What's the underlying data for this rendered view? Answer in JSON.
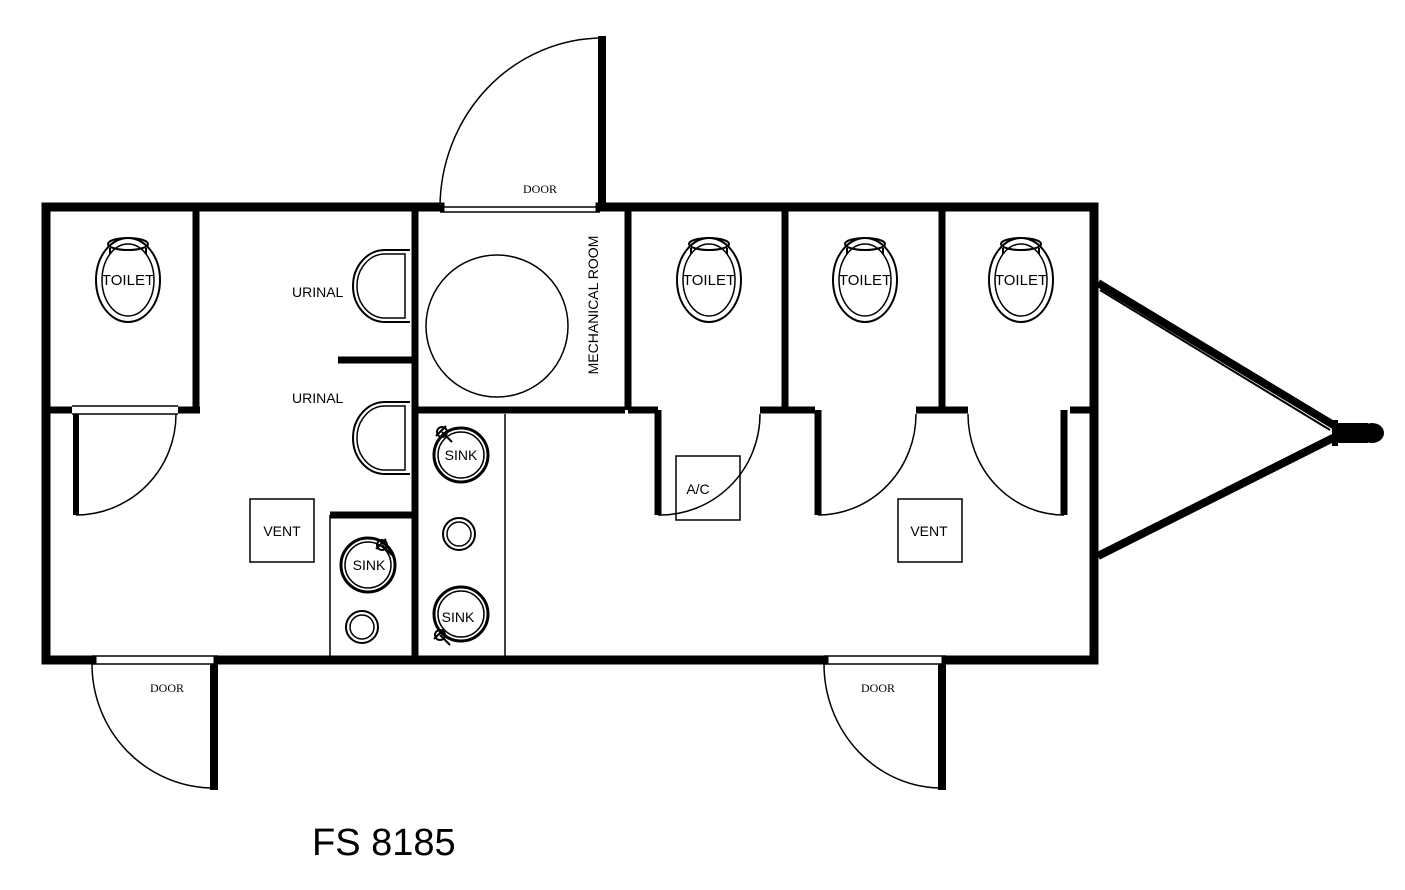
{
  "labels": {
    "door": "DOOR",
    "toilet": "TOILET",
    "urinal": "URINAL",
    "mechanical_room": "MECHANICAL ROOM",
    "sink": "SINK",
    "vent": "VENT",
    "ac": "A/C"
  },
  "model": "FS 8185"
}
